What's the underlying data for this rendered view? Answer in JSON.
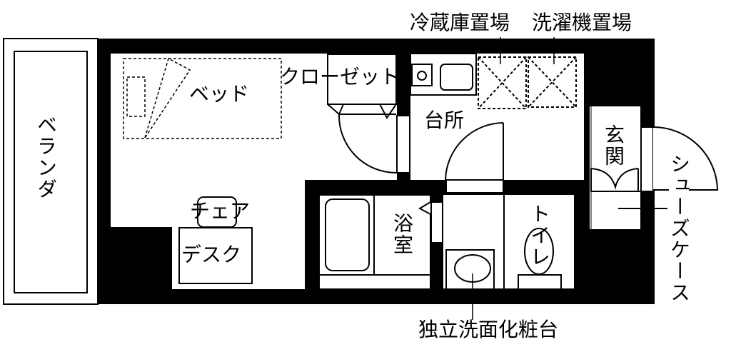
{
  "floor_plan": {
    "rooms": {
      "veranda": "ベランダ",
      "bed": "ベッド",
      "closet": "クローゼット",
      "fridge_space": "冷蔵庫置場",
      "washer_space": "洗濯機置場",
      "kitchen": "台所",
      "entrance": "玄関",
      "shoe_case": "シューズケース",
      "chair": "チェア",
      "desk": "デスク",
      "bathroom": "浴室",
      "toilet": "トイレ",
      "vanity": "独立洗面化粧台"
    },
    "colors": {
      "wall": "#000000",
      "floor": "#ffffff"
    }
  }
}
